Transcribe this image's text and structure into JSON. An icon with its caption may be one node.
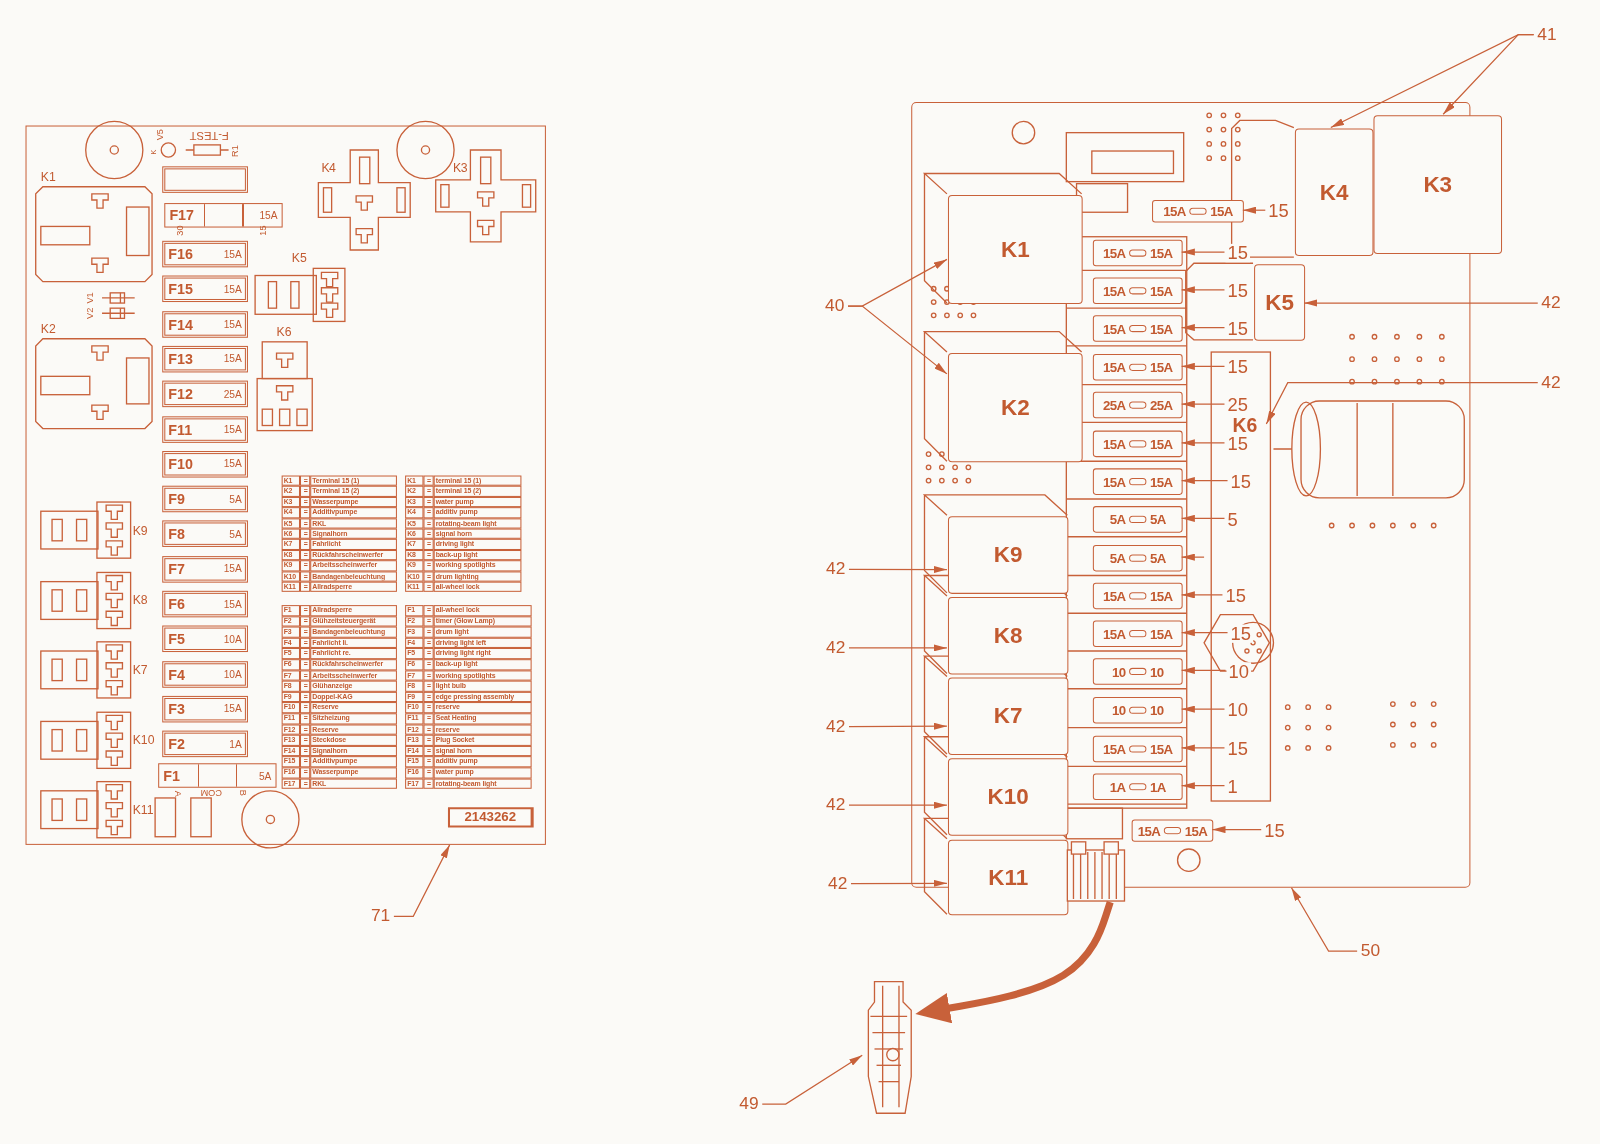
{
  "diagram": {
    "nodes": [
      {
        "text": [],
        "shape": "box"
      },
      {
        "text": [],
        "shape": "box",
        "in": 0
      },
      {
        "text": [
          "F17",
          "15A"
        ],
        "in": 0
      },
      {
        "text": [
          "F16",
          "15A"
        ],
        "in": 0
      },
      {
        "text": [
          "F15",
          "15A"
        ],
        "in": 0
      },
      {
        "text": [
          "F14",
          "15A"
        ],
        "in": 0
      },
      {
        "text": [
          "F13",
          "15A"
        ],
        "in": 0
      },
      {
        "text": [
          "F12",
          "25A"
        ],
        "in": 0
      },
      {
        "text": [
          "F11",
          "15A"
        ],
        "in": 0
      },
      {
        "text": [
          "F10",
          "15A"
        ],
        "in": 0
      },
      {
        "text": [
          "F9",
          "5A"
        ],
        "in": 0
      },
      {
        "text": [
          "F8",
          "5A"
        ],
        "in": 0
      },
      {
        "text": [
          "F7",
          "15A"
        ],
        "in": 0
      },
      {
        "text": [
          "F6",
          "15A"
        ],
        "in": 0
      },
      {
        "text": [
          "F5",
          "10A"
        ],
        "in": 0
      },
      {
        "text": [
          "F4",
          "10A"
        ],
        "in": 0
      },
      {
        "text": [
          "F3",
          "15A"
        ],
        "in": 0
      },
      {
        "text": [
          "F2",
          "1A"
        ],
        "in": 0
      },
      {
        "text": [
          "F1",
          "5A"
        ],
        "in": 0
      },
      {
        "text": [
          "K1"
        ],
        "in": 0
      },
      {
        "text": [
          "K4"
        ],
        "in": 0
      },
      {
        "text": [
          "K3"
        ],
        "in": 0
      },
      {
        "text": [
          "K5"
        ],
        "in": 0
      },
      {
        "text": [
          "K2"
        ],
        "in": 0
      },
      {
        "text": [
          "K6"
        ],
        "in": 0
      },
      {
        "text": [
          "K9"
        ],
        "in": 0
      },
      {
        "text": [
          "K8"
        ],
        "in": 0
      },
      {
        "text": [
          "K7"
        ],
        "in": 0
      },
      {
        "text": [
          "K10"
        ],
        "in": 0
      },
      {
        "text": [
          "K11"
        ],
        "in": 0
      },
      {
        "text": [
          "2143262"
        ],
        "in": 0
      },
      {
        "text": [],
        "shape": "box"
      },
      {
        "text": [
          "K4"
        ],
        "in": 31
      },
      {
        "text": [
          "K3"
        ],
        "in": 31
      },
      {
        "text": [
          "K1"
        ],
        "in": 31
      },
      {
        "text": [
          "15A",
          "15A"
        ],
        "in": 31
      },
      {
        "text": [
          "15A",
          "15A"
        ],
        "in": 31
      },
      {
        "text": [
          "15A",
          "15A"
        ],
        "in": 31
      },
      {
        "text": [
          "15A",
          "15A"
        ],
        "in": 31
      },
      {
        "text": [
          "15A",
          "15A"
        ],
        "in": 31
      },
      {
        "text": [
          "25A",
          "25A"
        ],
        "in": 31
      },
      {
        "text": [
          "15A",
          "15A"
        ],
        "in": 31
      },
      {
        "text": [
          "15A",
          "15A"
        ],
        "in": 31
      },
      {
        "text": [
          "5A",
          "5A"
        ],
        "in": 31
      },
      {
        "text": [
          "5A",
          "5A"
        ],
        "in": 31
      },
      {
        "text": [
          "15A",
          "15A"
        ],
        "in": 31
      },
      {
        "text": [
          "15A",
          "15A"
        ],
        "in": 31
      },
      {
        "text": [
          "10",
          "10"
        ],
        "in": 31
      },
      {
        "text": [
          "10",
          "10"
        ],
        "in": 31
      },
      {
        "text": [
          "15A",
          "15A"
        ],
        "in": 31
      },
      {
        "text": [
          "1A",
          "1A"
        ],
        "in": 31
      },
      {
        "text": [
          "K5"
        ],
        "in": 31
      },
      {
        "text": [
          "K2"
        ],
        "in": 31
      },
      {
        "text": [
          "K6"
        ],
        "in": 31
      },
      {
        "text": [
          "K9"
        ],
        "in": 31
      },
      {
        "text": [
          "K8"
        ],
        "in": 31
      },
      {
        "text": [
          "K7"
        ],
        "in": 31
      },
      {
        "text": [
          "K10"
        ],
        "in": 31
      },
      {
        "text": [
          "15A",
          "15A"
        ],
        "in": 31
      },
      {
        "text": [
          "K11"
        ],
        "in": 31
      },
      {
        "text": [],
        "shape": "picture",
        "in": 31
      },
      {
        "text": [
          "15"
        ],
        "in": 31
      },
      {
        "text": [
          "15"
        ],
        "in": 31
      },
      {
        "text": [
          "15"
        ],
        "in": 31
      },
      {
        "text": [
          "15"
        ],
        "in": 31
      },
      {
        "text": [
          "15"
        ],
        "in": 31
      },
      {
        "text": [
          "25"
        ],
        "in": 31
      },
      {
        "text": [
          "15"
        ],
        "in": 31
      },
      {
        "text": [
          "15"
        ],
        "in": 31
      },
      {
        "text": [
          "5"
        ],
        "in": 31
      },
      {
        "text": [
          "15"
        ],
        "in": 31
      },
      {
        "text": [
          "15"
        ],
        "in": 31
      },
      {
        "text": [
          "10"
        ],
        "in": 31
      },
      {
        "text": [
          "10"
        ],
        "in": 31
      },
      {
        "text": [
          "15"
        ],
        "in": 31
      },
      {
        "text": [
          "1"
        ],
        "in": 31
      },
      {
        "text": [
          "15"
        ],
        "in": 31
      },
      {
        "text": [
          "41"
        ]
      },
      {
        "text": [
          "40"
        ]
      },
      {
        "text": [
          "42"
        ]
      },
      {
        "text": [
          "42"
        ]
      },
      {
        "text": [
          "42"
        ]
      },
      {
        "text": [
          "42"
        ]
      },
      {
        "text": [
          "42"
        ]
      },
      {
        "text": [
          "42"
        ]
      },
      {
        "text": [
          "42"
        ]
      },
      {
        "text": [
          "71"
        ]
      },
      {
        "text": [
          "50"
        ]
      },
      {
        "text": [],
        "shape": "picture"
      },
      {
        "text": [
          "49"
        ]
      }
    ],
    "edges": [
      {
        "from": 61,
        "to": 35,
        "arrow": "to"
      },
      {
        "from": 62,
        "to": 36,
        "arrow": "to"
      },
      {
        "from": 63,
        "to": 37,
        "arrow": "to"
      },
      {
        "from": 64,
        "to": 38,
        "arrow": "to"
      },
      {
        "from": 65,
        "to": 39,
        "arrow": "to"
      },
      {
        "from": 66,
        "to": 40,
        "arrow": "to"
      },
      {
        "from": 67,
        "to": 41,
        "arrow": "to"
      },
      {
        "from": 68,
        "to": 42,
        "arrow": "to"
      },
      {
        "from": 69,
        "to": 43,
        "arrow": "to"
      },
      {
        "from": null,
        "to": 44,
        "arrow": "to"
      },
      {
        "from": 70,
        "to": 45,
        "arrow": "to"
      },
      {
        "from": 71,
        "to": 46,
        "arrow": "to"
      },
      {
        "from": 72,
        "to": 47,
        "arrow": "to"
      },
      {
        "from": 73,
        "to": 48,
        "arrow": "to"
      },
      {
        "from": 74,
        "to": 49,
        "arrow": "to"
      },
      {
        "from": 75,
        "to": 50,
        "arrow": "to"
      },
      {
        "from": 76,
        "to": 58,
        "arrow": "to"
      },
      {
        "from": 77,
        "to": 32,
        "arrow": "to"
      },
      {
        "from": 77,
        "to": 33,
        "arrow": "to"
      },
      {
        "from": 78,
        "to": 34,
        "arrow": "to"
      },
      {
        "from": 78,
        "to": 52,
        "arrow": "to"
      },
      {
        "from": 79,
        "to": 51,
        "arrow": "to"
      },
      {
        "from": 80,
        "to": 53,
        "arrow": "to"
      },
      {
        "from": 81,
        "to": 54,
        "arrow": "to"
      },
      {
        "from": 82,
        "to": 55,
        "arrow": "to"
      },
      {
        "from": 83,
        "to": 56,
        "arrow": "to"
      },
      {
        "from": 84,
        "to": 57,
        "arrow": "to"
      },
      {
        "from": 85,
        "to": 59,
        "arrow": "to"
      },
      {
        "from": 86,
        "to": 0,
        "arrow": "to"
      },
      {
        "from": 87,
        "to": 31,
        "arrow": "to"
      },
      {
        "from": 89,
        "to": 88,
        "arrow": "to"
      },
      {
        "from": 60,
        "to": 88,
        "arrow": "to",
        "style": "thick"
      }
    ],
    "labels": [
      "F-TEST",
      "V5",
      "K",
      "R1",
      "V1",
      "V2",
      "30",
      "15",
      "A",
      "COM",
      "B",
      "K1",
      "=",
      "Terminal 15 (1)",
      "K2",
      "=",
      "Terminal 15 (2)",
      "K3",
      "=",
      "Wasserpumpe",
      "K4",
      "=",
      "Additivpumpe",
      "K5",
      "=",
      "RKL",
      "K6",
      "=",
      "Signalhorn",
      "K7",
      "=",
      "Fahrlicht",
      "K8",
      "=",
      "Rückfahrscheinwerfer",
      "K9",
      "=",
      "Arbeitsscheinwerfer",
      "K10",
      "=",
      "Bandagenbeleuchtung",
      "K11",
      "=",
      "Allradsperre",
      "K1",
      "=",
      "terminal 15 (1)",
      "K2",
      "=",
      "terminal 15 (2)",
      "K3",
      "=",
      "water pump",
      "K4",
      "=",
      "additiv pump",
      "K5",
      "=",
      "rotating-beam light",
      "K6",
      "=",
      "signal horn",
      "K7",
      "=",
      "driving light",
      "K8",
      "=",
      "back-up light",
      "K9",
      "=",
      "working spotlights",
      "K10",
      "=",
      "drum lighting",
      "K11",
      "=",
      "all-wheel lock",
      "F1",
      "=",
      "Allradsperre",
      "F2",
      "=",
      "Glühzeitsteuergerät",
      "F3",
      "=",
      "Bandagenbeleuchtung",
      "F4",
      "=",
      "Fahrlicht li.",
      "F5",
      "=",
      "Fahrlicht re.",
      "F6",
      "=",
      "Rückfahrscheinwerfer",
      "F7",
      "=",
      "Arbeitsscheinwerfer",
      "F8",
      "=",
      "Glühanzeige",
      "F9",
      "=",
      "Doppel-KAG",
      "F10",
      "=",
      "Reserve",
      "F11",
      "=",
      "Sitzheizung",
      "F12",
      "=",
      "Reserve",
      "F13",
      "=",
      "Steckdose",
      "F14",
      "=",
      "Signalhorn",
      "F15",
      "=",
      "Additivpumpe",
      "F16",
      "=",
      "Wasserpumpe",
      "F17",
      "=",
      "RKL",
      "F1",
      "=",
      "all-wheel lock",
      "F2",
      "=",
      "timer (Glow Lamp)",
      "F3",
      "=",
      "drum light",
      "F4",
      "=",
      "driving light left",
      "F5",
      "=",
      "driving light right",
      "F6",
      "=",
      "back-up light",
      "F7",
      "=",
      "working spotlights",
      "F8",
      "=",
      "light bulb",
      "F9",
      "=",
      "edge pressing assembly",
      "F10",
      "=",
      "reserve",
      "F11",
      "=",
      "Seat Heating",
      "F12",
      "=",
      "reserve",
      "F13",
      "=",
      "Plug Socket",
      "F14",
      "=",
      "signal horn",
      "F15",
      "=",
      "additiv pump",
      "F16",
      "=",
      "water pump",
      "F17",
      "=",
      "rotating-beam light"
    ]
  }
}
